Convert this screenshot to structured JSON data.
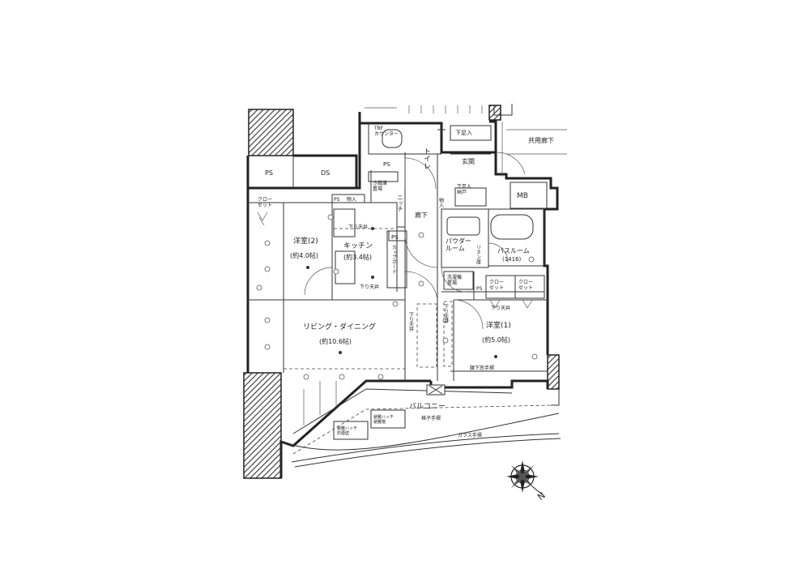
{
  "labels": {
    "toilet": "トイレ",
    "tbf_counter": "TBF\nカウンター",
    "shoe_storage_top": "下足入",
    "entrance": "玄関",
    "shared_corridor": "共用廊下",
    "mb": "MB",
    "ps_top_left": "PS",
    "ds": "DS",
    "ps_toilet": "PS",
    "ps_bedroom2": "PS",
    "storage_bedroom2": "物入",
    "closet_bedroom2": "クロー\nゼット",
    "bedroom2_name": "洋室(2)",
    "bedroom2_size": "(約4.0帖)",
    "appliance_top": "冷蔵庫\n置場",
    "niche": "ニッチ",
    "lowered_ceiling_kitchen": "下り天井",
    "kitchen_name": "キッチン",
    "kitchen_size": "(約3.4帖)",
    "ps_kitchen": "PS",
    "cupboard": "カップボード",
    "lowered_ceiling_ldk": "下り天井",
    "corridor": "廊下",
    "storage_corridor": "物入",
    "shoe_cabinet_storage": "下足入\n納戸",
    "powder_room": "パウダー\nルーム",
    "linen": "リネン庫",
    "bathroom_name": "バスルーム",
    "bathroom_size": "(1416)",
    "washer": "洗濯機\n置場",
    "ps_powder": "PS",
    "closet_bedroom1_a": "クロー\nゼット",
    "closet_bedroom1_b": "クロー\nゼット",
    "lowered_ceiling_b1": "下り天井",
    "lowered_ceiling_hall": "下り天井",
    "lowered_ceiling_ldk2": "下り天井",
    "bedroom1_name": "洋室(1)",
    "bedroom1_size": "(約5.0帖)",
    "window_sill": "腰下窓手摺",
    "living_name": "リビング・ダイニング",
    "living_size": "(約10.6帖)",
    "balcony": "バルコニー",
    "lattice_rail": "格子手摺",
    "glass_rail": "ガラス手摺",
    "ac_unit_a": "避難ハッチ\n防煙壁",
    "ac_unit_b": "避難ハッチ\n避難階",
    "north_mark": "N"
  },
  "colors": {
    "line": "#222222",
    "hatch": "#333333",
    "background": "#ffffff"
  },
  "icons": {
    "compass": "compass-rose-icon"
  }
}
